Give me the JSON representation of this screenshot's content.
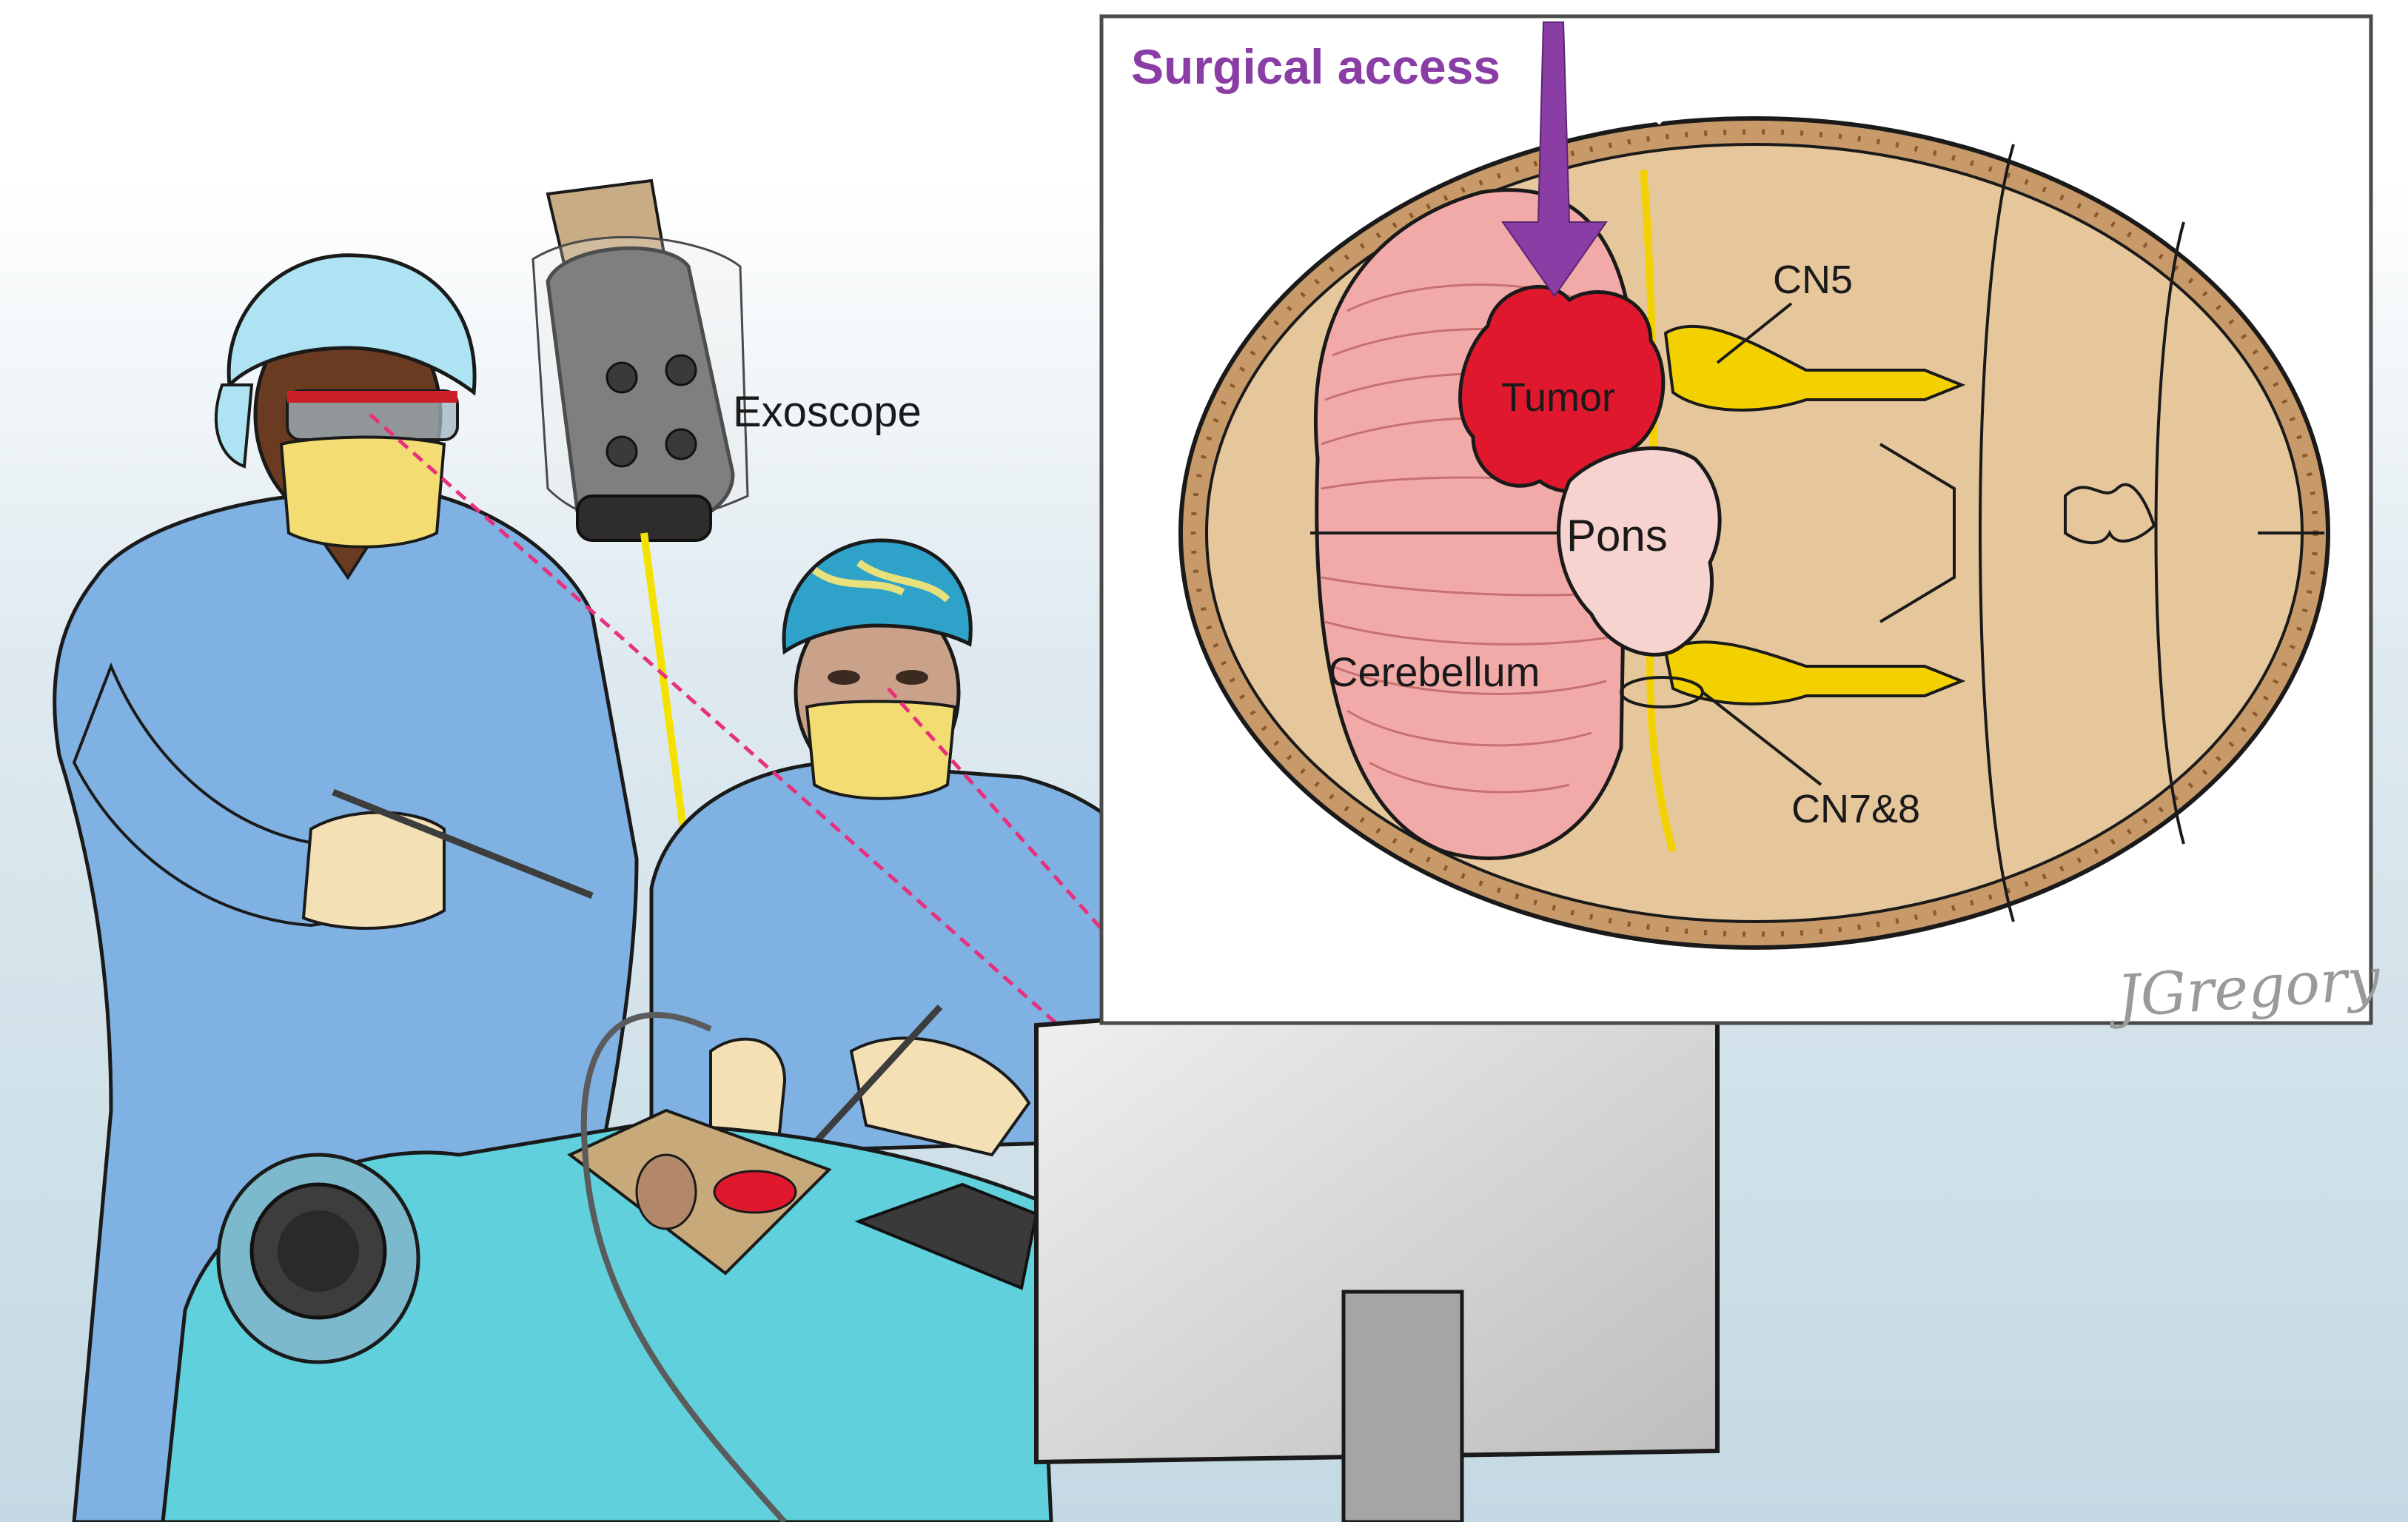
{
  "labels": {
    "exoscope": "Exoscope",
    "surgical_access": "Surgical access",
    "tumor": "Tumor",
    "pons": "Pons",
    "cerebellum": "Cerebellum",
    "cn5": "CN5",
    "cn78": "CN7&8"
  },
  "signature": "JGregory",
  "colors": {
    "scrubs": "#7fb1e2",
    "drape": "#5fd0dc",
    "skull": "#e6c79b",
    "tumor": "#e0182e",
    "pons": "#f7d3cf",
    "cerebellum": "#f2aaa8",
    "nerve": "#f3d100",
    "access_arrow": "#8a3da5",
    "sightline": "#e8307c",
    "camera_beam": "#f5e100"
  }
}
